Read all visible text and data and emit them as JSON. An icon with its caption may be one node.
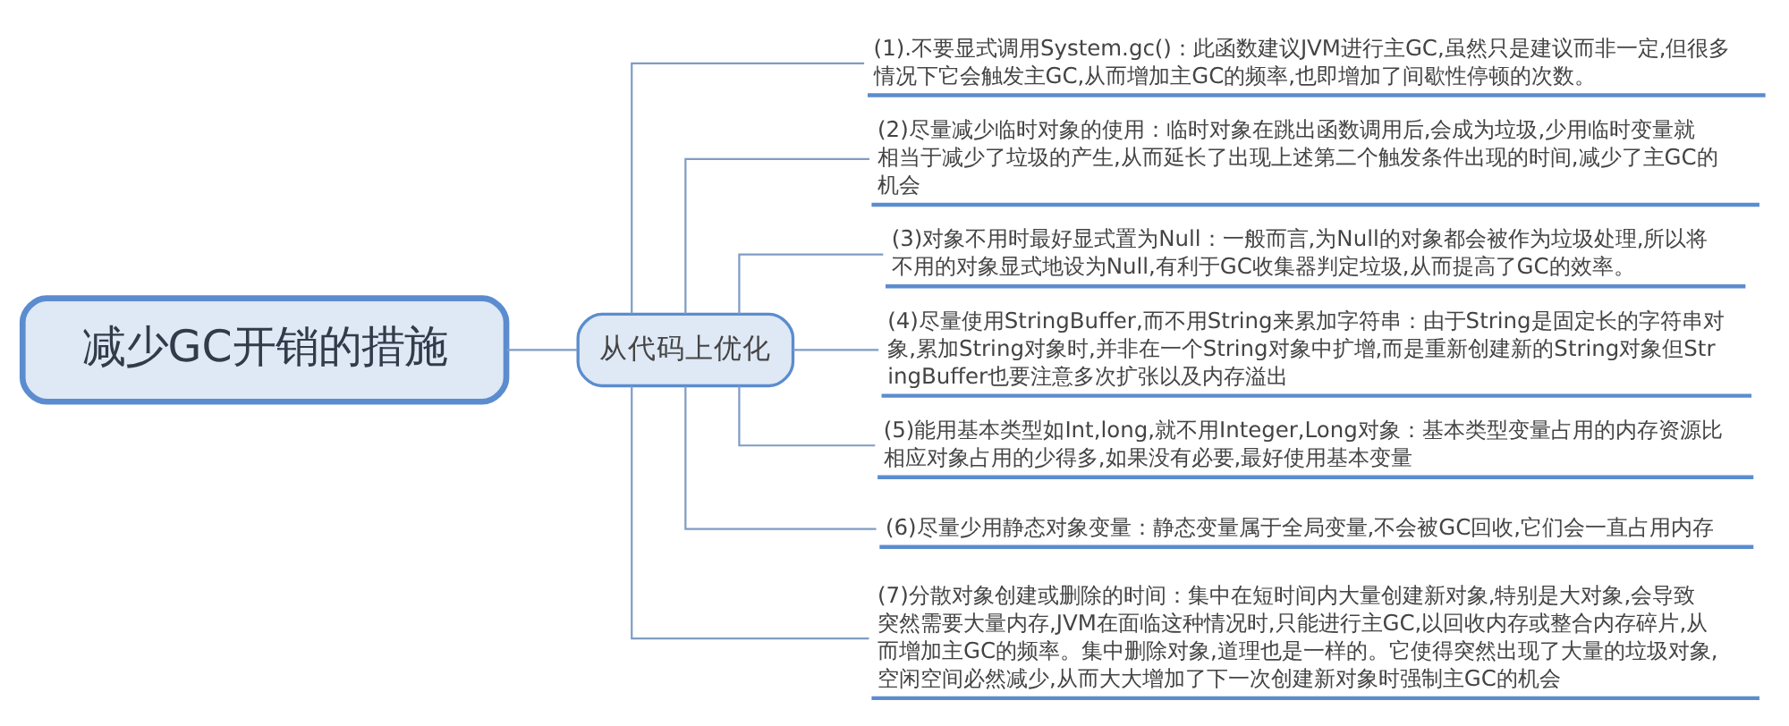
{
  "diagram": {
    "nodes": [
      {
        "text": [
          "减少GC开销的措施"
        ]
      },
      {
        "text": [
          "从代码上优化"
        ]
      },
      {
        "text": [
          "(1).不要显式调用System.gc()：此函数建议JVM进行主GC,虽然只是建议而非一定,但很多情况下它会触发主GC,从而增加主GC的频率,也即增加了间歇性停顿的次数。"
        ]
      },
      {
        "text": [
          "(2)尽量减少临时对象的使用：临时对象在跳出函数调用后,会成为垃圾,少用临时变量就相当于减少了垃圾的产生,从而延长了出现上述第二个触发条件出现的时间,减少了主GC的机会"
        ]
      },
      {
        "text": [
          "(3)对象不用时最好显式置为Null：一般而言,为Null的对象都会被作为垃圾处理,所以将不用的对象显式地设为Null,有利于GC收集器判定垃圾,从而提高了GC的效率。"
        ]
      },
      {
        "text": [
          "(4)尽量使用StringBuffer,而不用String来累加字符串：由于String是固定长的字符串对象,累加String对象时,并非在一个String对象中扩增,而是重新创建新的String对象但StringBuffer也要注意多次扩张以及内存溢出"
        ]
      },
      {
        "text": [
          "(5)能用基本类型如Int,long,就不用Integer,Long对象：基本类型变量占用的内存资源比相应对象占用的少得多,如果没有必要,最好使用基本变量"
        ]
      },
      {
        "text": [
          "(6)尽量少用静态对象变量：静态变量属于全局变量,不会被GC回收,它们会一直占用内存"
        ]
      },
      {
        "text": [
          "(7)分散对象创建或删除的时间：集中在短时间内大量创建新对象,特别是大对象,会导致突然需要大量内存,JVM在面临这种情况时,只能进行主GC,以回收内存或整合内存碎片,从而增加主GC的频率。集中删除对象,道理也是一样的。它使得突然出现了大量的垃圾对象,空闲空间必然减少,从而大大增加了下一次创建新对象时强制主GC的机会"
        ]
      }
    ],
    "edges": [
      {
        "from": 0,
        "to": 1,
        "arrow": "none"
      },
      {
        "from": 1,
        "to": 2,
        "arrow": "none"
      },
      {
        "from": 1,
        "to": 3,
        "arrow": "none"
      },
      {
        "from": 1,
        "to": 4,
        "arrow": "none"
      },
      {
        "from": 1,
        "to": 5,
        "arrow": "none"
      },
      {
        "from": 1,
        "to": 6,
        "arrow": "none"
      },
      {
        "from": 1,
        "to": 7,
        "arrow": "none"
      },
      {
        "from": 1,
        "to": 8,
        "arrow": "none"
      }
    ]
  }
}
